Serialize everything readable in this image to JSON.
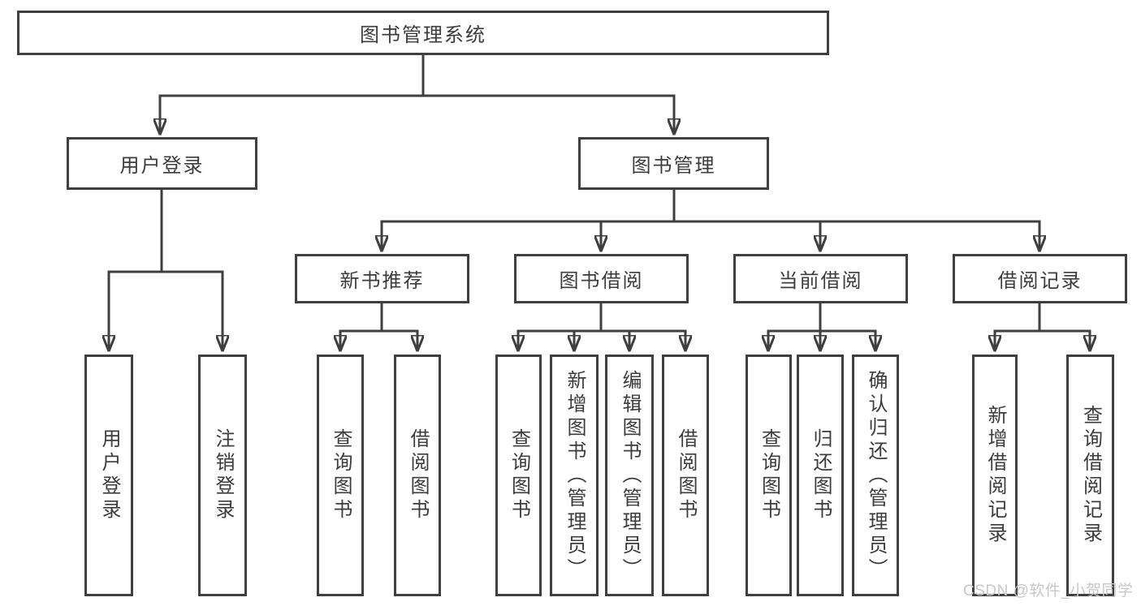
{
  "diagram": {
    "root": {
      "label": "图书管理系统"
    },
    "level2": [
      {
        "label": "用户登录"
      },
      {
        "label": "图书管理"
      }
    ],
    "level3": [
      {
        "label": "新书推荐",
        "parent": "图书管理"
      },
      {
        "label": "图书借阅",
        "parent": "图书管理"
      },
      {
        "label": "当前借阅",
        "parent": "图书管理"
      },
      {
        "label": "借阅记录",
        "parent": "图书管理"
      }
    ],
    "leaves": [
      {
        "label": "用户登录",
        "parent": "用户登录"
      },
      {
        "label": "注销登录",
        "parent": "用户登录"
      },
      {
        "label": "查询图书",
        "parent": "新书推荐"
      },
      {
        "label": "借阅图书",
        "parent": "新书推荐"
      },
      {
        "label": "查询图书",
        "parent": "图书借阅"
      },
      {
        "label": "新增图书（管理员）",
        "parent": "图书借阅"
      },
      {
        "label": "编辑图书（管理员）",
        "parent": "图书借阅"
      },
      {
        "label": "借阅图书",
        "parent": "图书借阅"
      },
      {
        "label": "查询图书",
        "parent": "当前借阅"
      },
      {
        "label": "归还图书",
        "parent": "当前借阅"
      },
      {
        "label": "确认归还（管理员）",
        "parent": "当前借阅"
      },
      {
        "label": "新增借阅记录",
        "parent": "借阅记录"
      },
      {
        "label": "查询借阅记录",
        "parent": "借阅记录"
      }
    ]
  },
  "watermark": "CSDN @软件_小贺同学",
  "colors": {
    "line": "#3f3f3f",
    "box_border": "#3f3f3f",
    "text": "#3c3c3c",
    "background": "#ffffff",
    "watermark": "#c8c8c8"
  }
}
